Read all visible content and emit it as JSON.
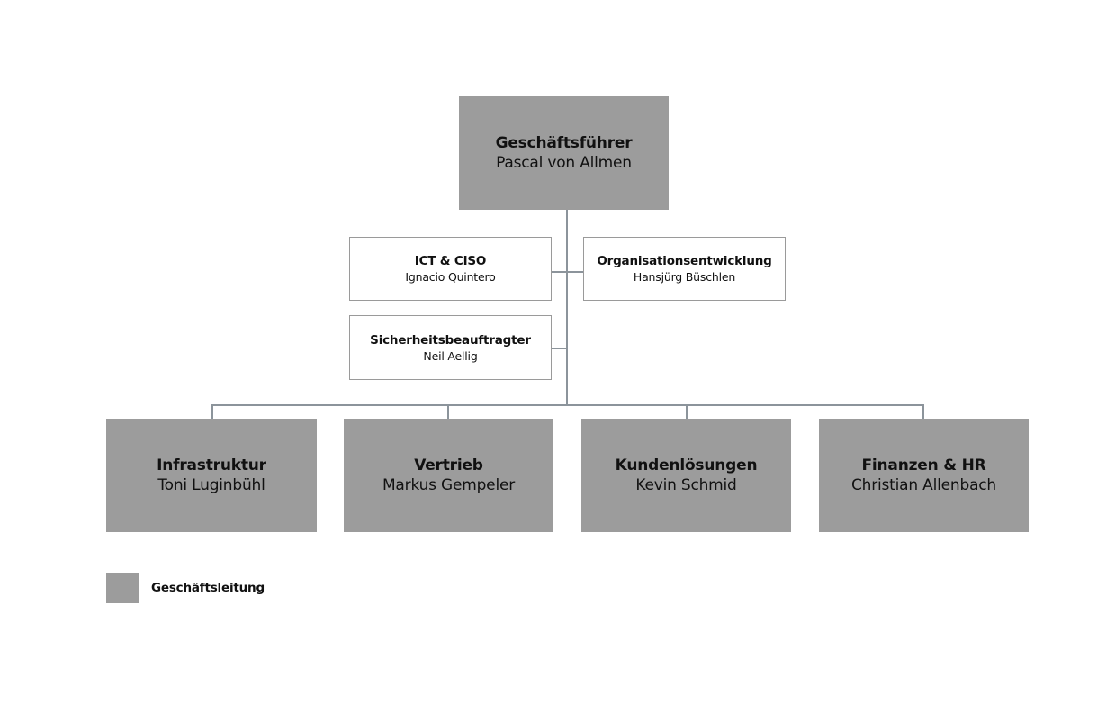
{
  "colors": {
    "management_fill": "#9c9c9c",
    "connector": "#8c949b",
    "staff_border": "#9a9a9a"
  },
  "top": {
    "role": "Geschäftsführer",
    "person": "Pascal von Allmen"
  },
  "staff": [
    {
      "role": "ICT & CISO",
      "person": "Ignacio Quintero"
    },
    {
      "role": "Organisationsentwicklung",
      "person": "Hansjürg Büschlen"
    },
    {
      "role": "Sicherheitsbeauftragter",
      "person": "Neil Aellig"
    }
  ],
  "departments": [
    {
      "role": "Infrastruktur",
      "person": "Toni Luginbühl"
    },
    {
      "role": "Vertrieb",
      "person": "Markus Gempeler"
    },
    {
      "role": "Kundenlösungen",
      "person": "Kevin Schmid"
    },
    {
      "role": "Finanzen & HR",
      "person": "Christian Allenbach"
    }
  ],
  "legend": {
    "label": "Geschäftsleitung"
  }
}
